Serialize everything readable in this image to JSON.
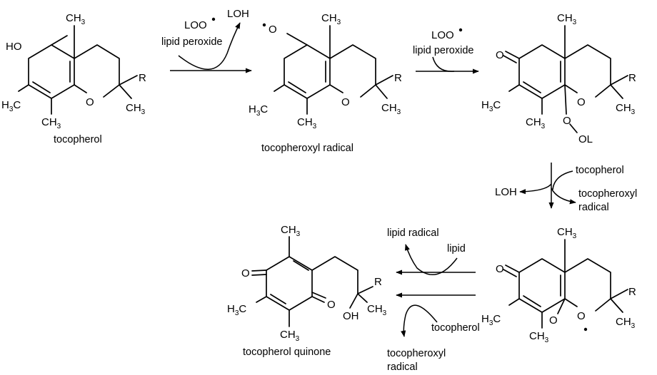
{
  "atoms": {
    "ch3": "CH",
    "h3c": "H",
    "c3_sub": "3",
    "ho": "HO",
    "o": "O",
    "r": "R",
    "ol": "OL",
    "oh": "OH"
  },
  "reagents": {
    "loo": "LOO",
    "lipid_peroxide": "lipid peroxide",
    "loh": "LOH",
    "tocopherol": "tocopherol",
    "tocopheroxyl": "tocopheroxyl",
    "radical": "radical",
    "lipid": "lipid",
    "lipid_radical": "lipid radical"
  },
  "compound_labels": {
    "tocopherol": "tocopherol",
    "tocopheroxyl_radical": "tocopheroxyl radical",
    "tocopherol_quinone": "tocopherol quinone"
  }
}
